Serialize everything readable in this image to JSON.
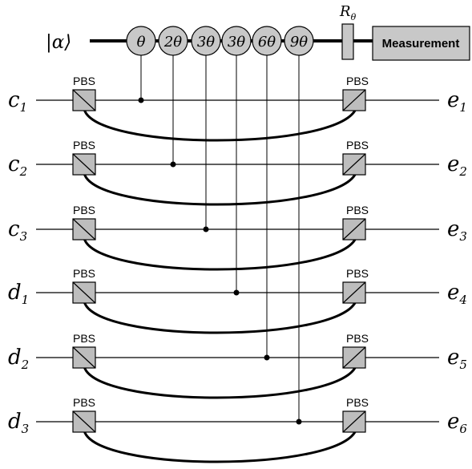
{
  "input_state": {
    "ket": "|α⟩"
  },
  "phase_gates": [
    {
      "label": "θ"
    },
    {
      "label": "2θ"
    },
    {
      "label": "3θ"
    },
    {
      "label": "3θ"
    },
    {
      "label": "6θ"
    },
    {
      "label": "9θ"
    }
  ],
  "rotation": {
    "label": "R",
    "subscript": "θ"
  },
  "measurement": {
    "label": "Measurement"
  },
  "pbs_label": "PBS",
  "rails": [
    {
      "in": "c",
      "in_sub": "1",
      "out": "e",
      "out_sub": "1"
    },
    {
      "in": "c",
      "in_sub": "2",
      "out": "e",
      "out_sub": "2"
    },
    {
      "in": "c",
      "in_sub": "3",
      "out": "e",
      "out_sub": "3"
    },
    {
      "in": "d",
      "in_sub": "1",
      "out": "e",
      "out_sub": "4"
    },
    {
      "in": "d",
      "in_sub": "2",
      "out": "e",
      "out_sub": "5"
    },
    {
      "in": "d",
      "in_sub": "3",
      "out": "e",
      "out_sub": "6"
    }
  ],
  "colors": {
    "gate_fill": "#c8c8c8",
    "pbs_fill": "#bdbdbd",
    "line": "#000000"
  }
}
